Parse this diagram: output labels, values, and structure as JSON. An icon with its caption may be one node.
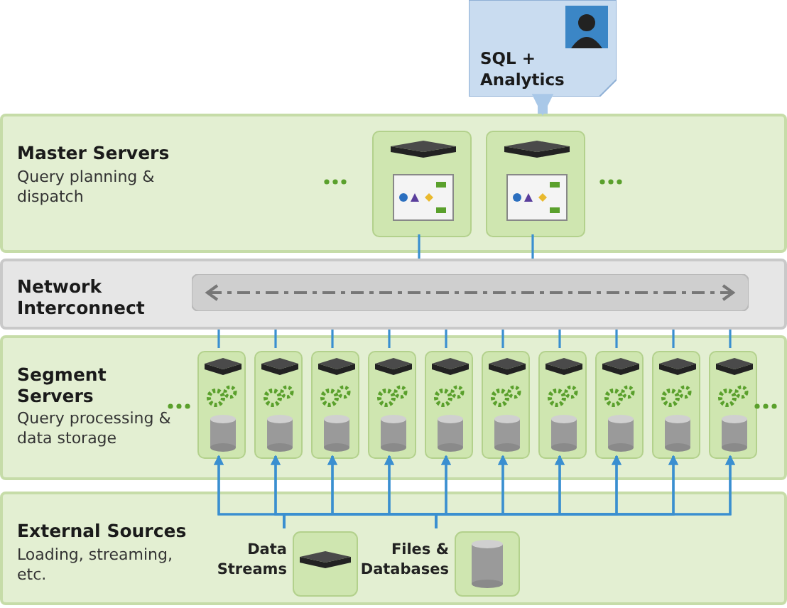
{
  "diagram": {
    "nodes": [
      {
        "text": [
          "SQL + Analytics"
        ]
      },
      {
        "text": [
          "Master Servers",
          "Query planning & dispatch"
        ]
      },
      {
        "text": [],
        "shape": "box",
        "in": 1
      },
      {
        "text": [],
        "shape": "box",
        "in": 1
      },
      {
        "text": [
          "Network Interconnect"
        ]
      },
      {
        "text": [
          "Segment Servers",
          "Query processing & data storage"
        ]
      },
      {
        "text": [],
        "shape": "box",
        "in": 5
      },
      {
        "text": [],
        "shape": "box",
        "in": 5
      },
      {
        "text": [],
        "shape": "box",
        "in": 5
      },
      {
        "text": [],
        "shape": "box",
        "in": 5
      },
      {
        "text": [],
        "shape": "box",
        "in": 5
      },
      {
        "text": [],
        "shape": "box",
        "in": 5
      },
      {
        "text": [],
        "shape": "box",
        "in": 5
      },
      {
        "text": [],
        "shape": "box",
        "in": 5
      },
      {
        "text": [],
        "shape": "box",
        "in": 5
      },
      {
        "text": [],
        "shape": "box",
        "in": 5
      },
      {
        "text": [
          "External Sources",
          "Loading, streaming, etc."
        ]
      },
      {
        "text": [
          "Data Streams"
        ],
        "in": 16
      },
      {
        "text": [
          "Files & Databases"
        ],
        "in": 16
      }
    ],
    "edges": [
      {
        "from": 0,
        "to": 1,
        "arrow": "to",
        "style": "thick",
        "color": "#a9c8e8"
      },
      {
        "from": 2,
        "to": 4,
        "arrow": "none"
      },
      {
        "from": 3,
        "to": 4,
        "arrow": "none"
      },
      {
        "from": 6,
        "to": 4,
        "arrow": "none"
      },
      {
        "from": 7,
        "to": 4,
        "arrow": "none"
      },
      {
        "from": 8,
        "to": 4,
        "arrow": "none"
      },
      {
        "from": 9,
        "to": 4,
        "arrow": "none"
      },
      {
        "from": 10,
        "to": 4,
        "arrow": "none"
      },
      {
        "from": 11,
        "to": 4,
        "arrow": "none"
      },
      {
        "from": 12,
        "to": 4,
        "arrow": "none"
      },
      {
        "from": 13,
        "to": 4,
        "arrow": "none"
      },
      {
        "from": 14,
        "to": 4,
        "arrow": "none"
      },
      {
        "from": 15,
        "to": 4,
        "arrow": "none"
      },
      {
        "from": 17,
        "to": 6,
        "arrow": "to"
      },
      {
        "from": 17,
        "to": 7,
        "arrow": "to"
      },
      {
        "from": 17,
        "to": 8,
        "arrow": "to"
      },
      {
        "from": 17,
        "to": 9,
        "arrow": "to"
      },
      {
        "from": 17,
        "to": 10,
        "arrow": "to"
      },
      {
        "from": 17,
        "to": 11,
        "arrow": "to"
      },
      {
        "from": 17,
        "to": 12,
        "arrow": "to"
      },
      {
        "from": 17,
        "to": 13,
        "arrow": "to"
      },
      {
        "from": 17,
        "to": 14,
        "arrow": "to"
      },
      {
        "from": 17,
        "to": 15,
        "arrow": "to"
      },
      {
        "from": 18,
        "to": 6,
        "arrow": "to"
      },
      {
        "from": 18,
        "to": 7,
        "arrow": "to"
      },
      {
        "from": 18,
        "to": 8,
        "arrow": "to"
      },
      {
        "from": 18,
        "to": 9,
        "arrow": "to"
      },
      {
        "from": 18,
        "to": 10,
        "arrow": "to"
      },
      {
        "from": 18,
        "to": 11,
        "arrow": "to"
      },
      {
        "from": 18,
        "to": 12,
        "arrow": "to"
      },
      {
        "from": 18,
        "to": 13,
        "arrow": "to"
      },
      {
        "from": 18,
        "to": 14,
        "arrow": "to"
      },
      {
        "from": 18,
        "to": 15,
        "arrow": "to"
      }
    ]
  }
}
